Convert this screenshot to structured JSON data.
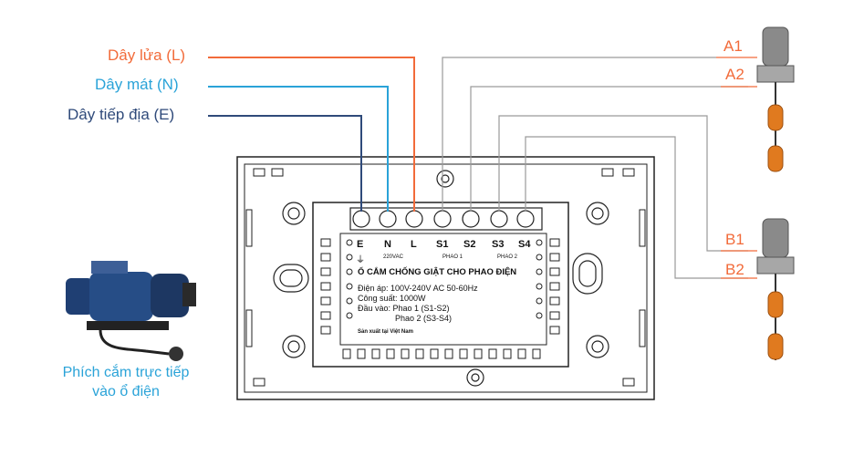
{
  "wires": {
    "live_label": "Dây lửa (L)",
    "neutral_label": "Dây mát (N)",
    "earth_label": "Dây tiếp địa (E)"
  },
  "float_terminals": {
    "a1": "A1",
    "a2": "A2",
    "b1": "B1",
    "b2": "B2"
  },
  "panel": {
    "terminals": [
      "E",
      "N",
      "L",
      "S1",
      "S2",
      "S3",
      "S4"
    ],
    "group_220": "220VAC",
    "group_phao1": "PHAO 1",
    "group_phao2": "PHAO 2",
    "title": "Ổ CẮM CHỐNG GIẬT CHO PHAO ĐIỆN",
    "voltage": "Điện áp: 100V-240V AC 50-60Hz",
    "power": "Công suất: 1000W",
    "input_1": "Đầu vào: Phao 1 (S1-S2)",
    "input_2": "Phao 2 (S3-S4)",
    "made_in": "Sản xuất tại Việt Nam"
  },
  "plug": {
    "line1": "Phích cắm trực tiếp",
    "line2": "vào ổ điện"
  },
  "colors": {
    "live": "#f26b3a",
    "neutral": "#2aa3d8",
    "earth": "#2f4a7a",
    "signal": "#9a9a9a"
  }
}
